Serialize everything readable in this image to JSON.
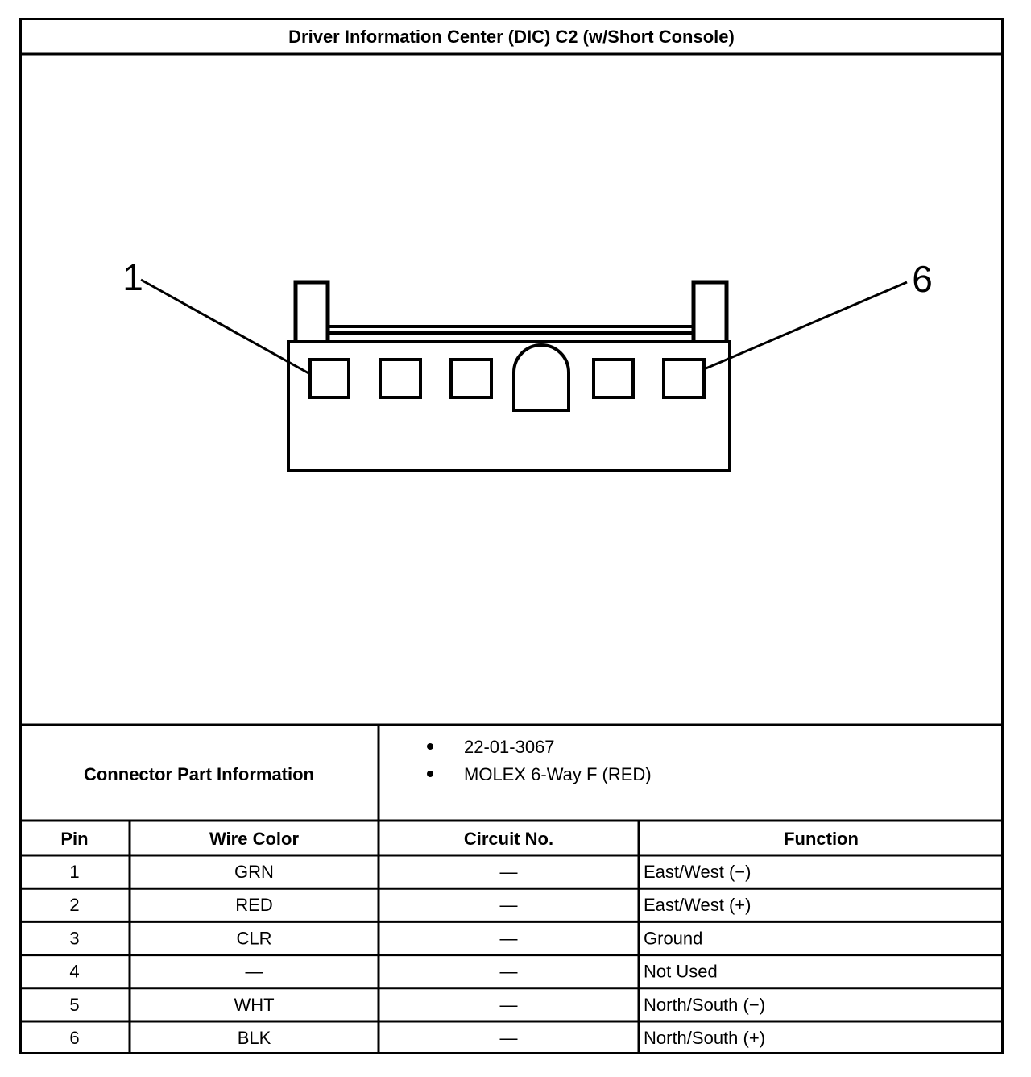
{
  "title": "Driver Information Center (DIC) C2 (w/Short Console)",
  "diagram": {
    "callouts": [
      {
        "label": "1",
        "pin": 1
      },
      {
        "label": "6",
        "pin": 6
      }
    ],
    "cavity_count": 6
  },
  "part_info": {
    "label": "Connector Part Information",
    "items": [
      "22-01-3067",
      "MOLEX 6-Way F (RED)"
    ]
  },
  "table": {
    "headers": [
      "Pin",
      "Wire Color",
      "Circuit No.",
      "Function"
    ],
    "rows": [
      [
        "1",
        "GRN",
        "—",
        "East/West (−)"
      ],
      [
        "2",
        "RED",
        "—",
        "East/West (+)"
      ],
      [
        "3",
        "CLR",
        "—",
        "Ground"
      ],
      [
        "4",
        "—",
        "—",
        "Not Used"
      ],
      [
        "5",
        "WHT",
        "—",
        "North/South (−)"
      ],
      [
        "6",
        "BLK",
        "—",
        "North/South (+)"
      ]
    ]
  }
}
